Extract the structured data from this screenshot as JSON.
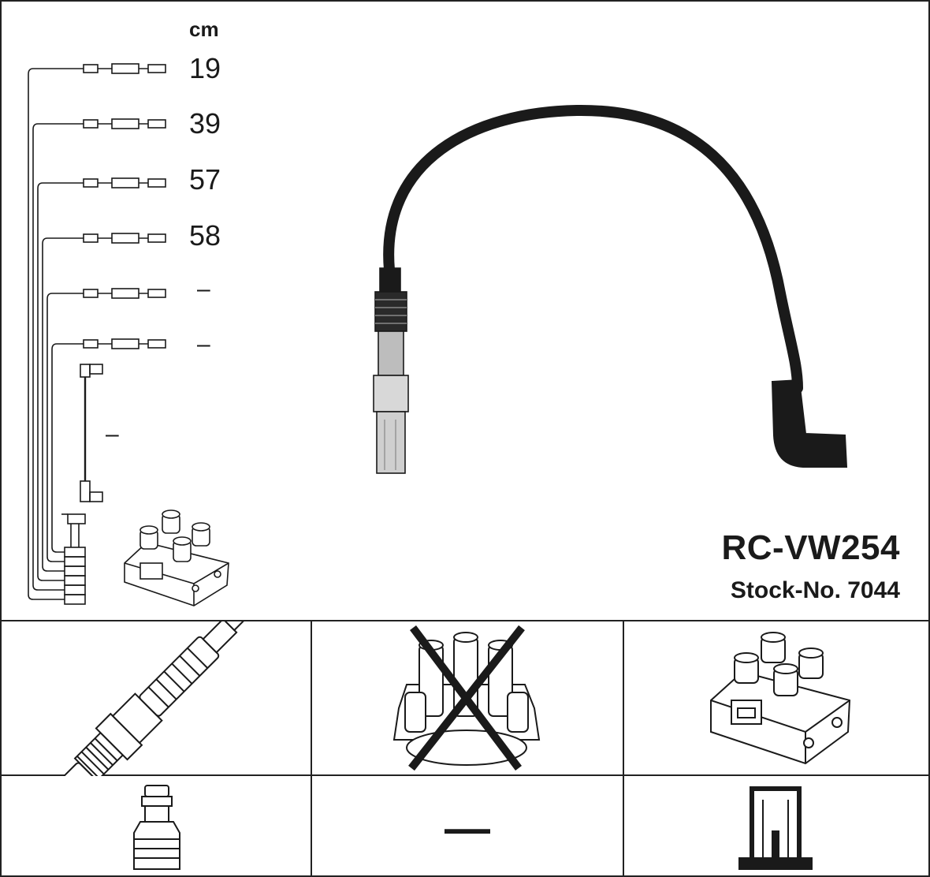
{
  "header": {
    "unit": "cm",
    "lengths": [
      "19",
      "39",
      "57",
      "58",
      "–",
      "–"
    ],
    "coil_wire_length": "–"
  },
  "product": {
    "part_number": "RC-VW254",
    "stock_number": "Stock-No. 7044"
  },
  "compatibility": {
    "spark_plug_icon": "spark-plug-icon",
    "distributor_cap_icon": "distributor-cap-crossed-icon",
    "ignition_coil_icon": "ignition-coil-icon",
    "plug_boot_icon": "plug-boot-icon",
    "center_value": "—",
    "coil_terminal_icon": "coil-terminal-icon"
  },
  "colors": {
    "line": "#1a1a1a",
    "background": "#ffffff"
  }
}
